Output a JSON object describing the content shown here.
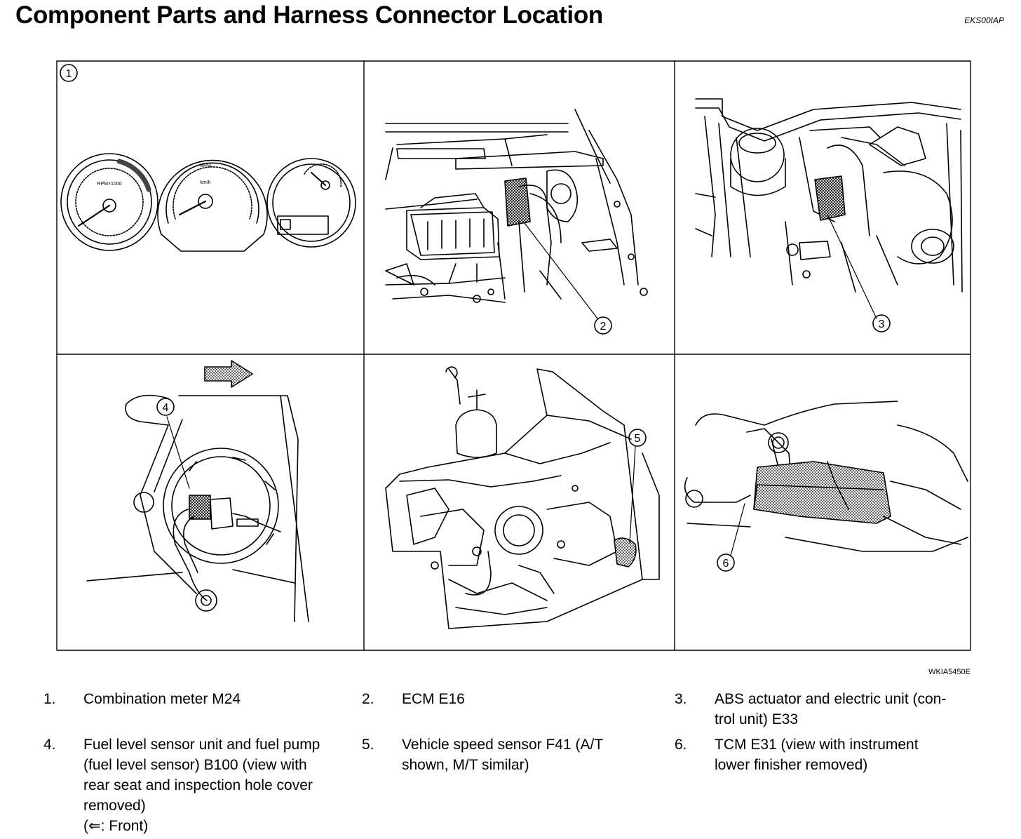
{
  "header": {
    "title": "Component Parts and Harness Connector Location",
    "doc_code": "EKS00IAP"
  },
  "figure": {
    "code": "WKIA5450E",
    "callouts": [
      "1",
      "2",
      "3",
      "4",
      "5",
      "6"
    ],
    "gauge_labels": {
      "tach": "RPM×1000",
      "speed_top": "MPH",
      "speed_bottom": "km/h"
    }
  },
  "legend": [
    {
      "num": "1.",
      "lines": [
        "Combination meter M24"
      ]
    },
    {
      "num": "2.",
      "lines": [
        "ECM E16"
      ]
    },
    {
      "num": "3.",
      "lines": [
        "ABS actuator and electric unit (con-",
        "trol unit) E33"
      ]
    },
    {
      "num": "4.",
      "lines": [
        "Fuel level sensor unit and fuel pump",
        "(fuel level sensor) B100 (view with",
        "rear seat and inspection hole cover",
        "removed)",
        "(⇐: Front)"
      ]
    },
    {
      "num": "5.",
      "lines": [
        "Vehicle speed sensor F41 (A/T",
        "shown, M/T similar)"
      ]
    },
    {
      "num": "6.",
      "lines": [
        "TCM E31 (view with instrument",
        "lower finisher removed)"
      ]
    }
  ]
}
